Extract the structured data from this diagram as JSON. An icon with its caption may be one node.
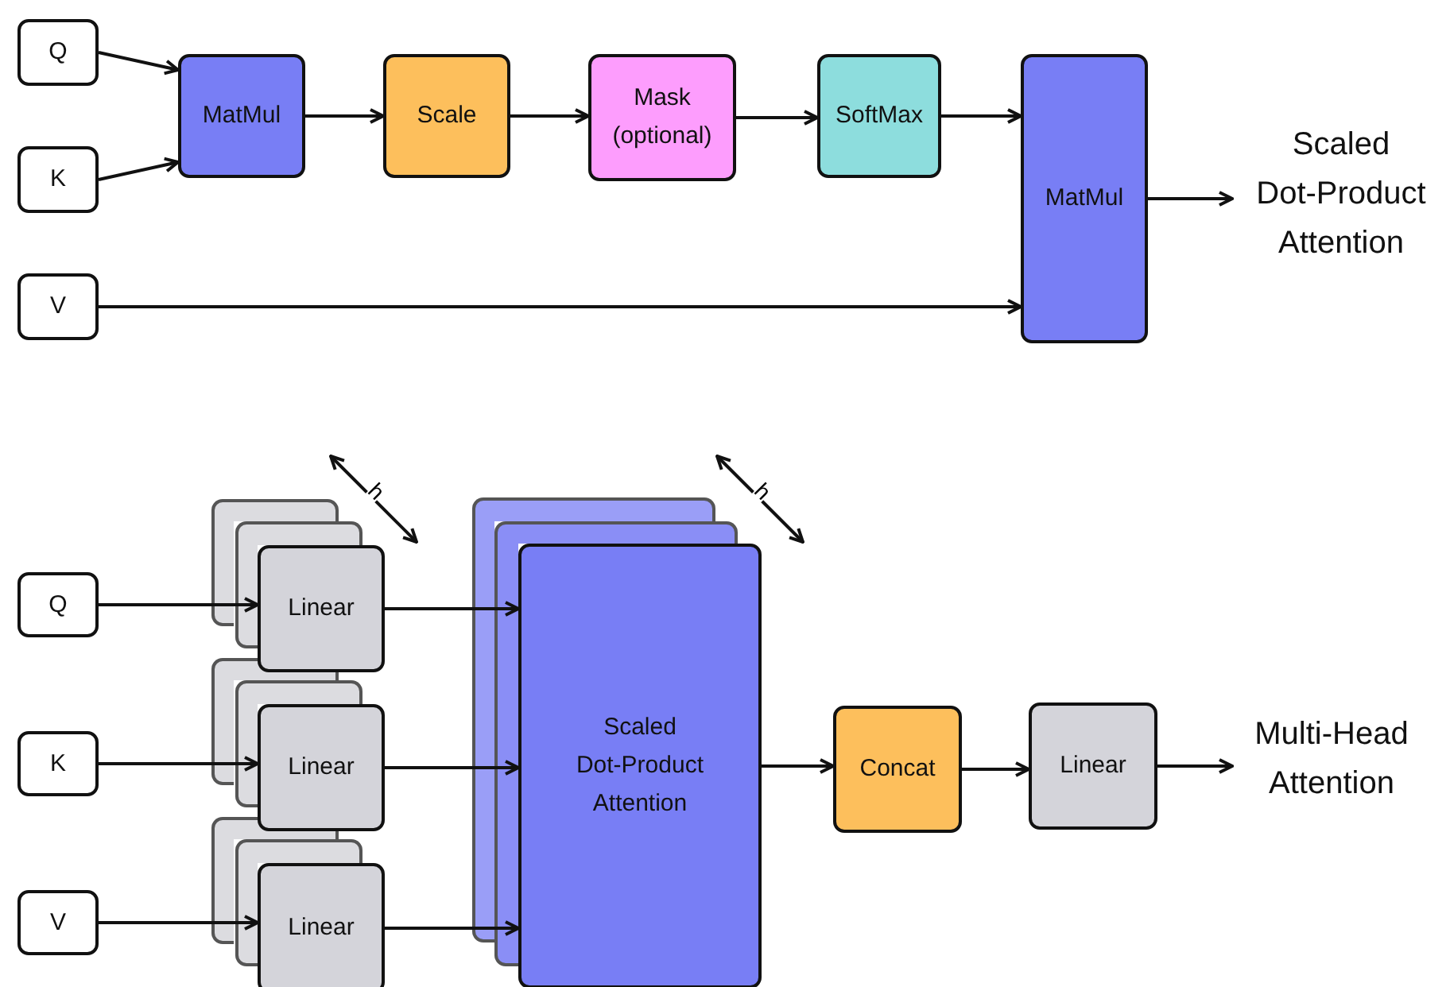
{
  "diagram": {
    "nodes": [
      {
        "text": [
          "Q"
        ]
      },
      {
        "text": [
          "K"
        ]
      },
      {
        "text": [
          "V"
        ]
      },
      {
        "text": [
          "MatMul"
        ]
      },
      {
        "text": [
          "Scale"
        ]
      },
      {
        "text": [
          "Mask (optional)"
        ]
      },
      {
        "text": [
          "SoftMax"
        ]
      },
      {
        "text": [
          "MatMul"
        ]
      },
      {
        "text": [
          "Scaled Dot-Product Attention"
        ]
      },
      {
        "text": [
          "Q"
        ]
      },
      {
        "text": [
          "K"
        ]
      },
      {
        "text": [
          "V"
        ]
      },
      {
        "text": [
          "Linear"
        ]
      },
      {
        "text": [
          "Linear"
        ]
      },
      {
        "text": [
          "Linear"
        ]
      },
      {
        "text": [
          "Scaled Dot-Product Attention"
        ]
      },
      {
        "text": [
          "Concat"
        ]
      },
      {
        "text": [
          "Linear"
        ]
      },
      {
        "text": [
          "Multi-Head Attention"
        ]
      }
    ],
    "edges": [
      {
        "from": 0,
        "to": 3,
        "arrow": "to"
      },
      {
        "from": 1,
        "to": 3,
        "arrow": "to"
      },
      {
        "from": 3,
        "to": 4,
        "arrow": "to"
      },
      {
        "from": 4,
        "to": 5,
        "arrow": "to"
      },
      {
        "from": 5,
        "to": 6,
        "arrow": "to"
      },
      {
        "from": 6,
        "to": 7,
        "arrow": "to"
      },
      {
        "from": 2,
        "to": 7,
        "arrow": "to"
      },
      {
        "from": 7,
        "to": 8,
        "arrow": "to"
      },
      {
        "from": 9,
        "to": 12,
        "arrow": "to"
      },
      {
        "from": 10,
        "to": 13,
        "arrow": "to"
      },
      {
        "from": 11,
        "to": 14,
        "arrow": "to"
      },
      {
        "from": 12,
        "to": 15,
        "arrow": "to"
      },
      {
        "from": 13,
        "to": 15,
        "arrow": "to"
      },
      {
        "from": 14,
        "to": 15,
        "arrow": "to"
      },
      {
        "from": 15,
        "to": 16,
        "arrow": "to"
      },
      {
        "from": 16,
        "to": 17,
        "arrow": "to"
      },
      {
        "from": 17,
        "to": 18,
        "arrow": "to"
      }
    ],
    "labels": [
      "h",
      "h"
    ]
  }
}
